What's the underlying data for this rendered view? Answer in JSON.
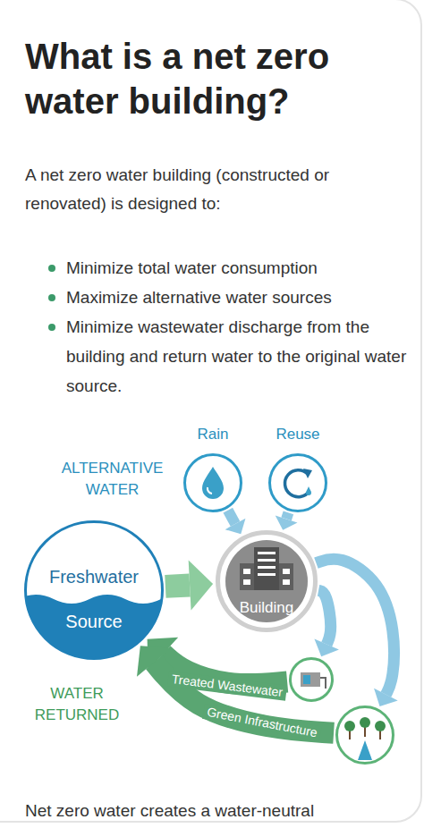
{
  "diagram": {
    "title": "What is a net zero water building?",
    "nodes": [
      {
        "text": [
          "Rain"
        ]
      },
      {
        "text": [
          "Reuse"
        ]
      },
      {
        "text": [
          "Freshwater",
          "Source"
        ]
      },
      {
        "text": [
          "Building"
        ]
      },
      {
        "text": [
          "Treated Wastewater"
        ]
      },
      {
        "text": [
          "Green Infrastructure"
        ]
      }
    ],
    "edges": [
      {
        "from": 0,
        "to": 3,
        "arrow": "to"
      },
      {
        "from": 1,
        "to": 3,
        "arrow": "to"
      },
      {
        "from": 2,
        "to": 3,
        "arrow": "to"
      },
      {
        "from": 3,
        "to": 4,
        "arrow": "to"
      },
      {
        "from": 3,
        "to": 5,
        "arrow": "to"
      },
      {
        "from": 4,
        "to": 2,
        "arrow": "to"
      },
      {
        "from": 5,
        "to": 2,
        "arrow": "to"
      }
    ],
    "labels": [
      "A net zero water building (constructed or renovated) is designed to:",
      "Minimize total water consumption",
      "Maximize alternative water sources",
      "Minimize wastewater discharge from the building and return water to the original water source.",
      "ALTERNATIVE WATER",
      "WATER RETURNED",
      "Net zero water creates a water-neutral"
    ]
  }
}
